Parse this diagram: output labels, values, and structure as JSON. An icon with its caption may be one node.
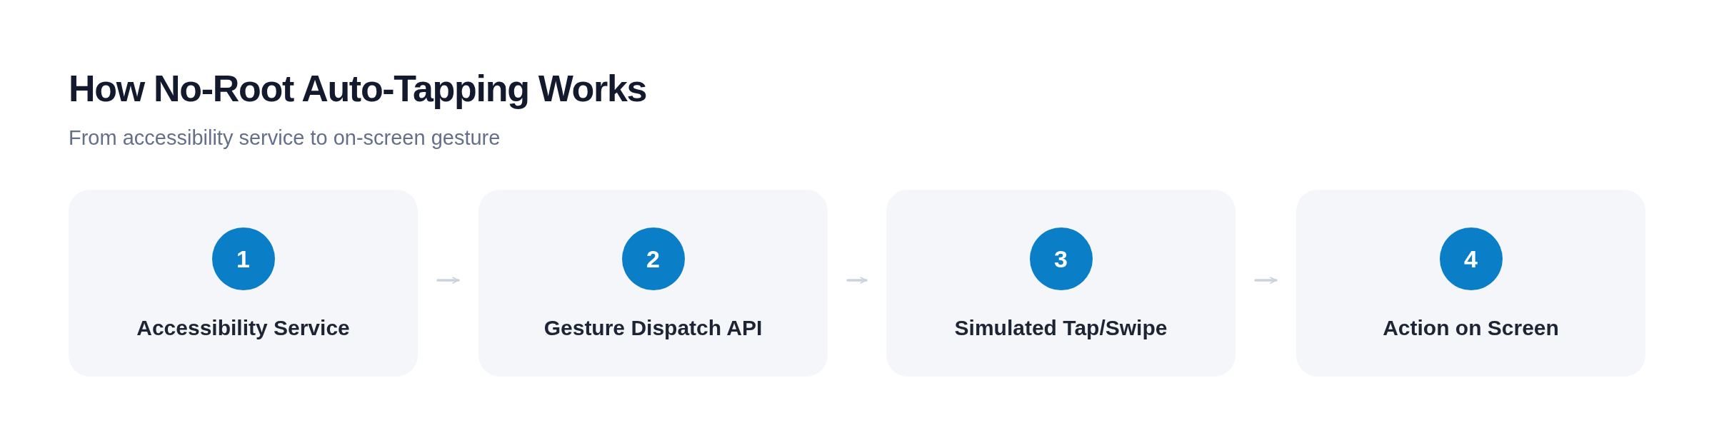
{
  "diagram": {
    "title": "How No-Root Auto-Tapping Works",
    "caption": "From accessibility service to on-screen gesture",
    "nodes": [
      {
        "text": [
          "Accessibility Service"
        ]
      },
      {
        "text": [
          "1"
        ],
        "in": 0
      },
      {
        "text": [
          "Gesture Dispatch API"
        ]
      },
      {
        "text": [
          "2"
        ],
        "in": 2
      },
      {
        "text": [
          "Simulated Tap/Swipe"
        ]
      },
      {
        "text": [
          "3"
        ],
        "in": 4
      },
      {
        "text": [
          "Action on Screen"
        ]
      },
      {
        "text": [
          "4"
        ],
        "in": 6
      }
    ],
    "edges": [
      {
        "from": 0,
        "to": 2,
        "arrow": "to"
      },
      {
        "from": 2,
        "to": 4,
        "arrow": "to"
      },
      {
        "from": 4,
        "to": 6,
        "arrow": "to"
      }
    ]
  }
}
